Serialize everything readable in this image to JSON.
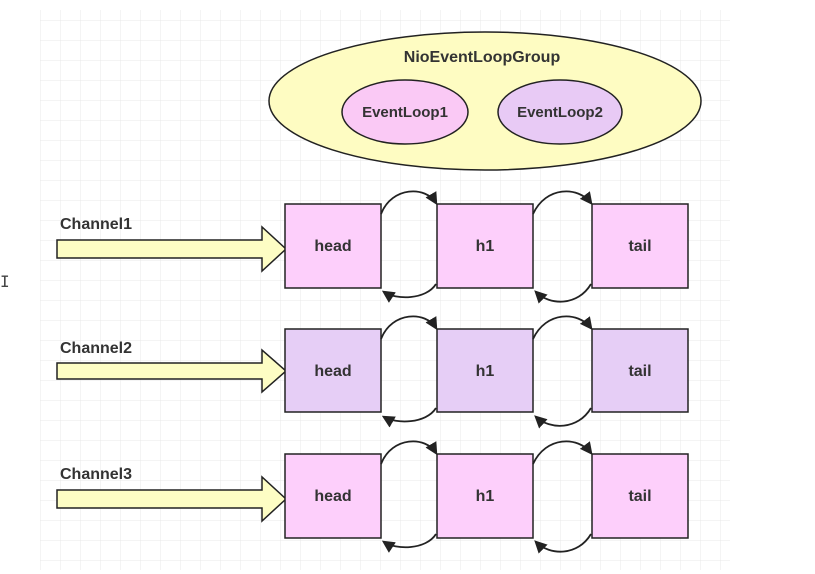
{
  "group": {
    "label": "NioEventLoopGroup",
    "loops": [
      {
        "label": "EventLoop1"
      },
      {
        "label": "EventLoop2"
      }
    ]
  },
  "channels": [
    {
      "label": "Channel1",
      "handlers": [
        {
          "label": "head"
        },
        {
          "label": "h1"
        },
        {
          "label": "tail"
        }
      ]
    },
    {
      "label": "Channel2",
      "handlers": [
        {
          "label": "head"
        },
        {
          "label": "h1"
        },
        {
          "label": "tail"
        }
      ]
    },
    {
      "label": "Channel3",
      "handlers": [
        {
          "label": "head"
        },
        {
          "label": "h1"
        },
        {
          "label": "tail"
        }
      ]
    }
  ],
  "colors": {
    "group_fill": "#fefcc2",
    "loop1_fill": "#fac9f5",
    "loop2_fill": "#e8caf5",
    "channel1_fill": "#fdcffb",
    "channel2_fill": "#e6cef6",
    "channel3_fill": "#fdcffb",
    "arrow_fill": "#fdfdc4",
    "grid": "#e8e8e8",
    "stroke": "#222222"
  },
  "cursor_glyph": "I"
}
